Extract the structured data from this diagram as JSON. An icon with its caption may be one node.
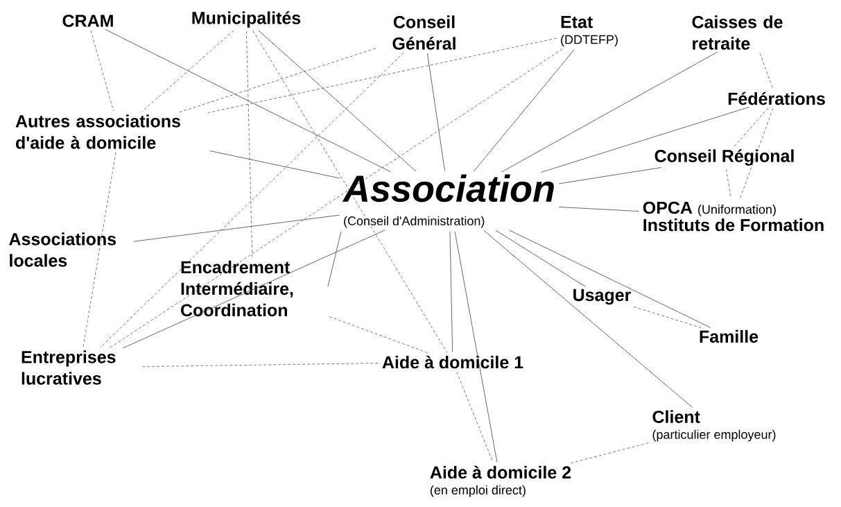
{
  "diagram": {
    "nodes": [
      {
        "text": [
          "CRAM"
        ]
      },
      {
        "text": [
          "Municipalités"
        ]
      },
      {
        "text": [
          "Conseil Général"
        ]
      },
      {
        "text": [
          "Etat",
          "(DDTEFP)"
        ]
      },
      {
        "text": [
          "Caisses de retraite"
        ]
      },
      {
        "text": [
          "Fédérations"
        ]
      },
      {
        "text": [
          "Autres associations d'aide à domicile"
        ]
      },
      {
        "text": [
          "Conseil Régional"
        ]
      },
      {
        "text": [
          "Association",
          "(Conseil d'Administration)"
        ]
      },
      {
        "text": [
          "OPCA",
          "(Uniformation)",
          "Instituts de Formation"
        ]
      },
      {
        "text": [
          "Associations locales"
        ]
      },
      {
        "text": [
          "Encadrement Intermédiaire, Coordination"
        ]
      },
      {
        "text": [
          "Usager"
        ]
      },
      {
        "text": [
          "Famille"
        ]
      },
      {
        "text": [
          "Entreprises lucratives"
        ]
      },
      {
        "text": [
          "Aide à domicile 1"
        ]
      },
      {
        "text": [
          "Client",
          "(particulier employeur)"
        ]
      },
      {
        "text": [
          "Aide à domicile 2",
          "(en emploi direct)"
        ]
      }
    ],
    "edges": [
      {
        "from": 0,
        "to": 8,
        "arrow": "none"
      },
      {
        "from": 1,
        "to": 8,
        "arrow": "none"
      },
      {
        "from": 2,
        "to": 8,
        "arrow": "none"
      },
      {
        "from": 3,
        "to": 8,
        "arrow": "none"
      },
      {
        "from": 4,
        "to": 8,
        "arrow": "none"
      },
      {
        "from": 5,
        "to": 8,
        "arrow": "none"
      },
      {
        "from": 6,
        "to": 8,
        "arrow": "none"
      },
      {
        "from": 7,
        "to": 8,
        "arrow": "none"
      },
      {
        "from": 9,
        "to": 8,
        "arrow": "none"
      },
      {
        "from": 10,
        "to": 8,
        "arrow": "none"
      },
      {
        "from": 11,
        "to": 8,
        "arrow": "none"
      },
      {
        "from": 14,
        "to": 8,
        "arrow": "none"
      },
      {
        "from": 15,
        "to": 8,
        "arrow": "none"
      },
      {
        "from": 17,
        "to": 8,
        "arrow": "none"
      },
      {
        "from": 16,
        "to": 8,
        "arrow": "none"
      },
      {
        "from": 12,
        "to": 8,
        "arrow": "none"
      },
      {
        "from": 13,
        "to": 8,
        "arrow": "none"
      },
      {
        "from": 0,
        "to": 6,
        "arrow": "none",
        "style": "dashed"
      },
      {
        "from": 1,
        "to": 6,
        "arrow": "none",
        "style": "dashed"
      },
      {
        "from": 2,
        "to": 6,
        "arrow": "none",
        "style": "dashed"
      },
      {
        "from": 3,
        "to": 6,
        "arrow": "none",
        "style": "dashed"
      },
      {
        "from": 2,
        "to": 14,
        "arrow": "none",
        "style": "dashed"
      },
      {
        "from": 3,
        "to": 14,
        "arrow": "none",
        "style": "dashed"
      },
      {
        "from": 1,
        "to": 11,
        "arrow": "none",
        "style": "dashed"
      },
      {
        "from": 1,
        "to": 15,
        "arrow": "none",
        "style": "dashed"
      },
      {
        "from": 6,
        "to": 14,
        "arrow": "none",
        "style": "dashed"
      },
      {
        "from": 11,
        "to": 15,
        "arrow": "none",
        "style": "dashed"
      },
      {
        "from": 14,
        "to": 15,
        "arrow": "none",
        "style": "dashed"
      },
      {
        "from": 15,
        "to": 17,
        "arrow": "none",
        "style": "dashed"
      },
      {
        "from": 16,
        "to": 17,
        "arrow": "none",
        "style": "dashed"
      },
      {
        "from": 12,
        "to": 13,
        "arrow": "none",
        "style": "dashed"
      },
      {
        "from": 4,
        "to": 5,
        "arrow": "none",
        "style": "dashed"
      },
      {
        "from": 5,
        "to": 7,
        "arrow": "none",
        "style": "dashed"
      },
      {
        "from": 5,
        "to": 9,
        "arrow": "none",
        "style": "dashed"
      },
      {
        "from": 7,
        "to": 9,
        "arrow": "none",
        "style": "dashed"
      }
    ]
  }
}
